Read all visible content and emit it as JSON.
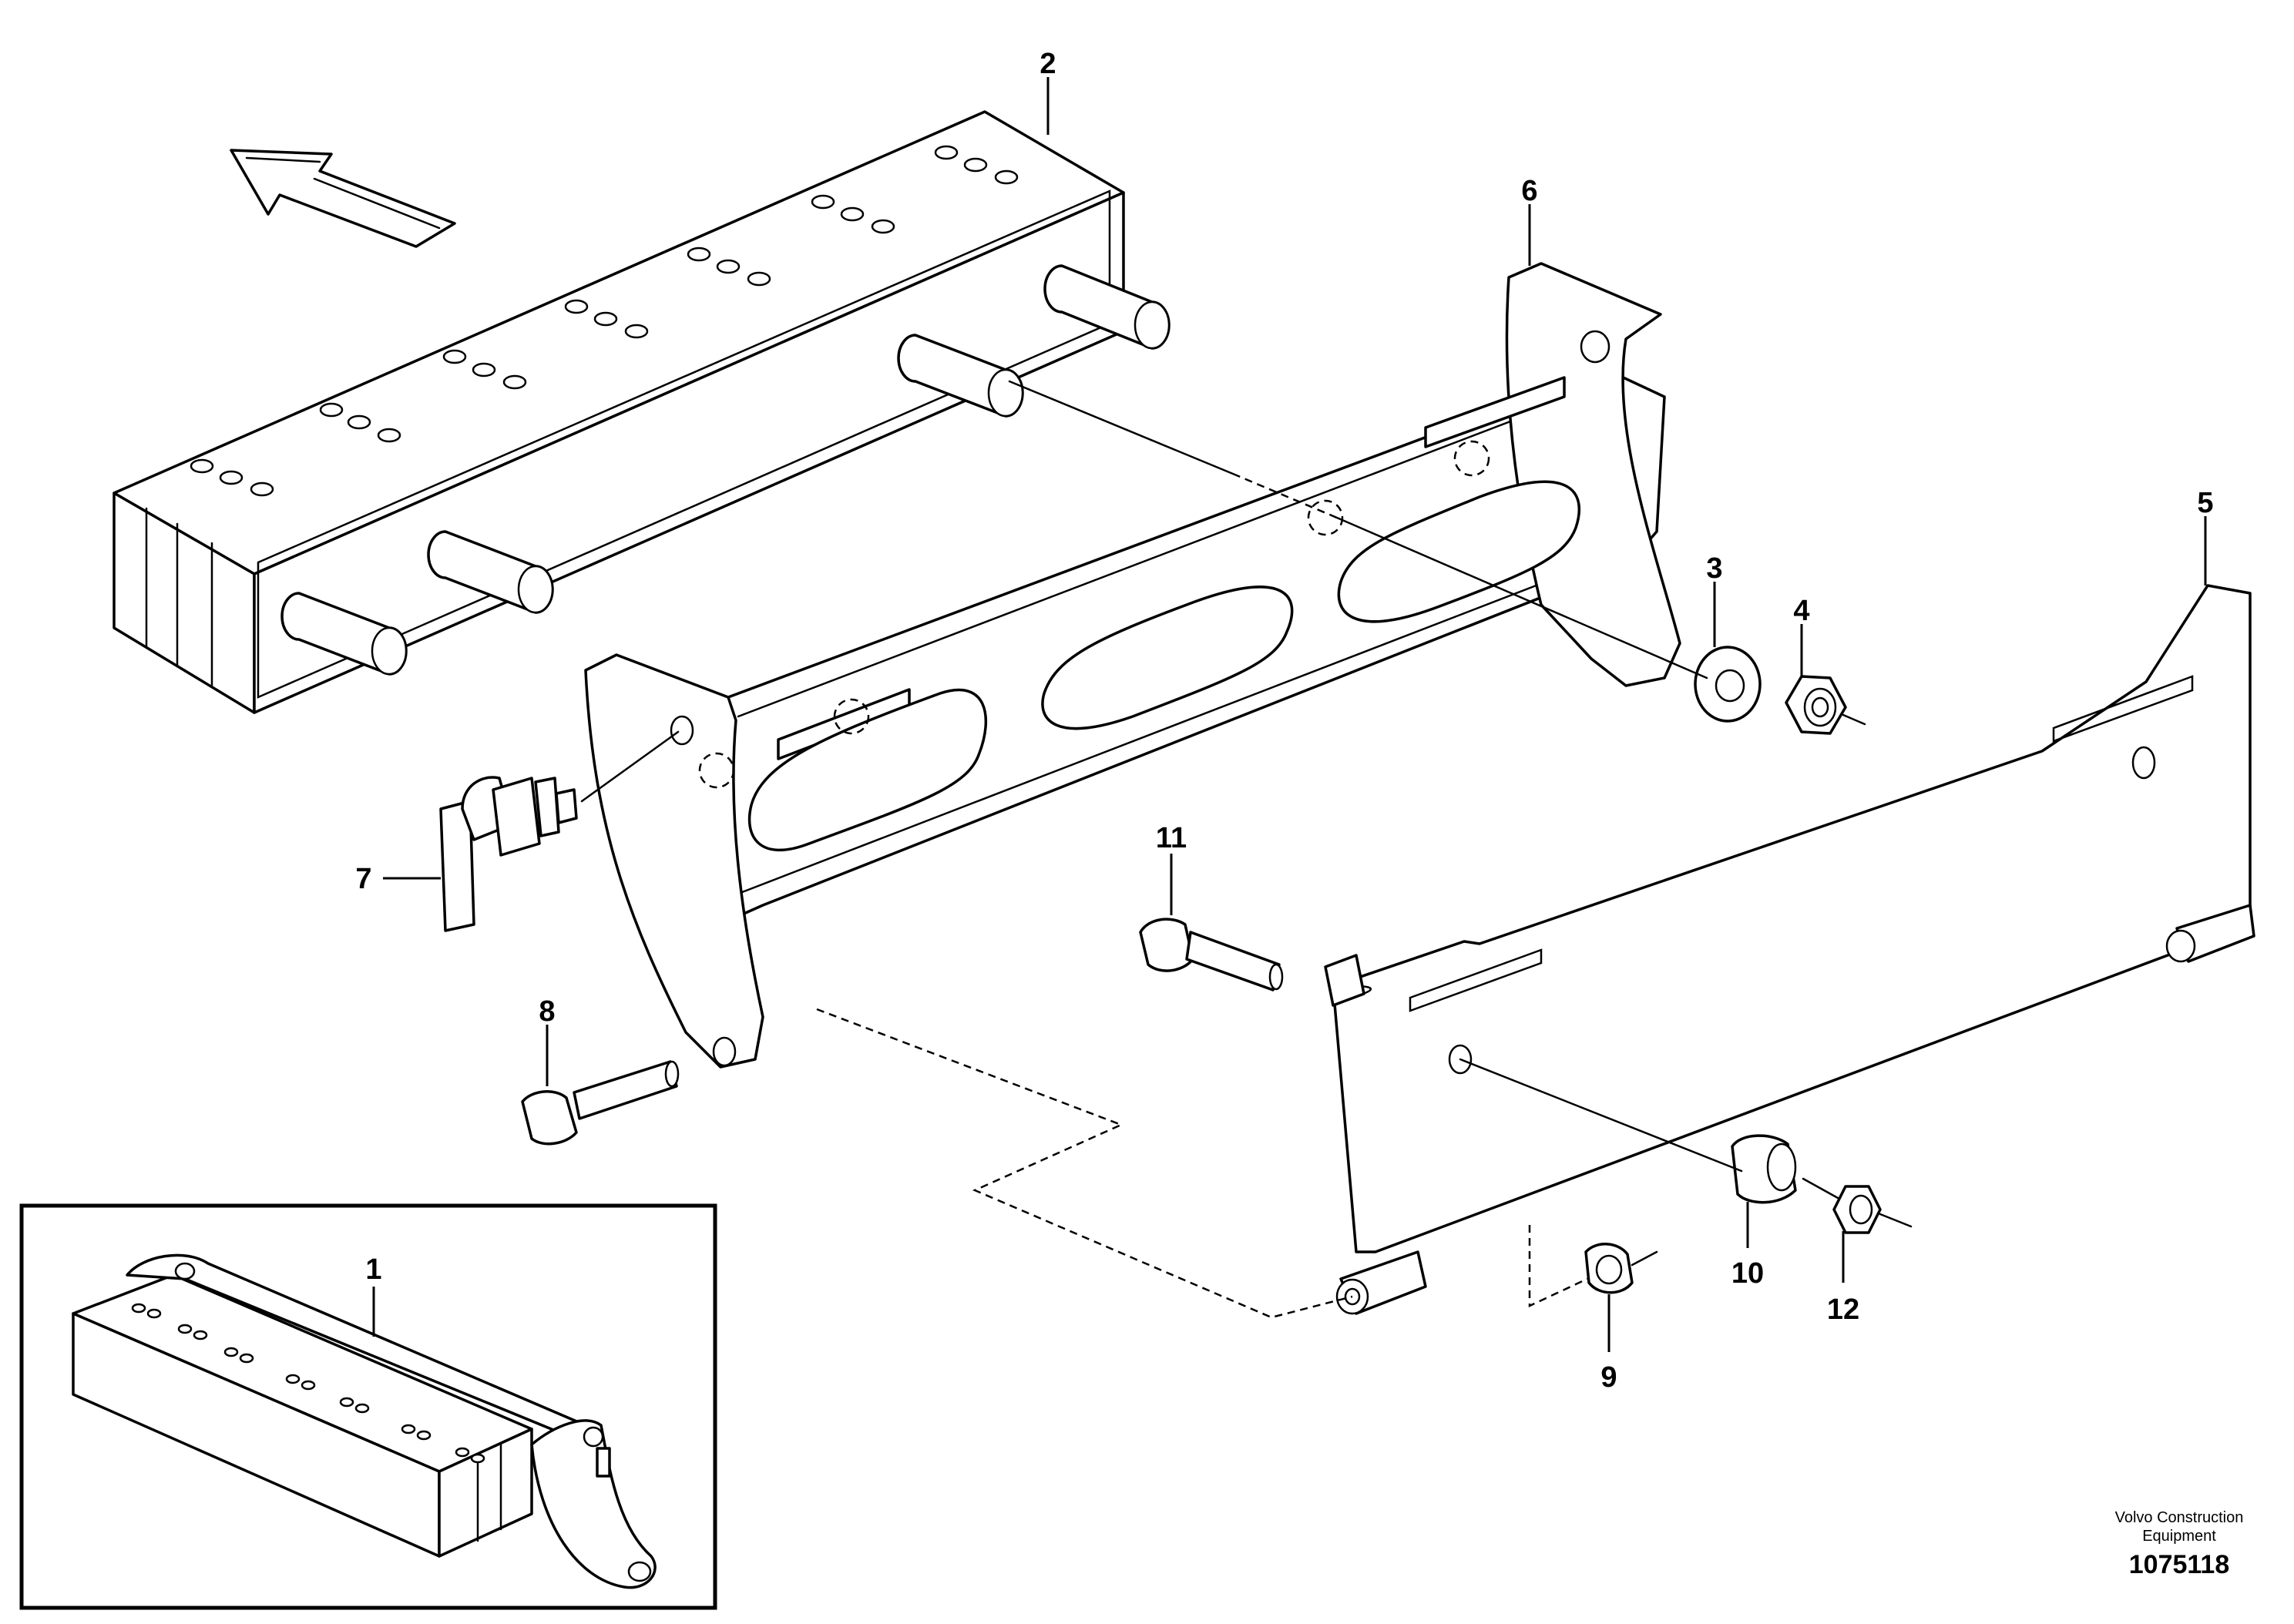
{
  "callouts": {
    "c1": "1",
    "c2": "2",
    "c3": "3",
    "c4": "4",
    "c5": "5",
    "c6": "6",
    "c7": "7",
    "c8": "8",
    "c9": "9",
    "c10": "10",
    "c11": "11",
    "c12": "12"
  },
  "credit": {
    "line1": "Volvo Construction",
    "line2": "Equipment",
    "number": "1075118"
  }
}
